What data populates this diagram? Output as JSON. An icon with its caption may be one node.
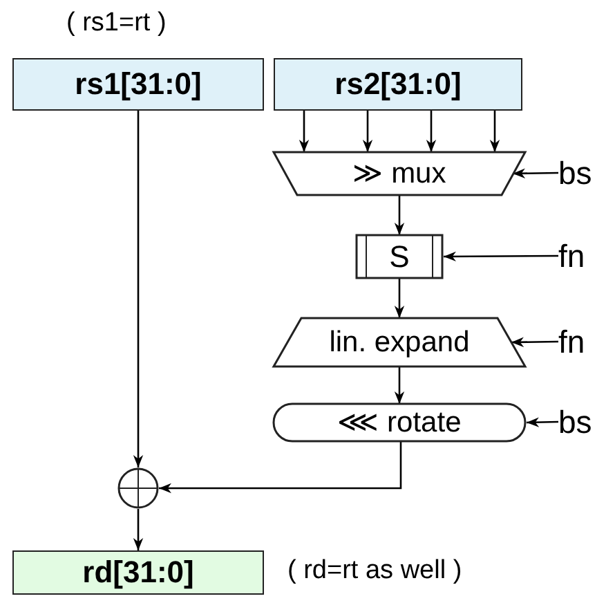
{
  "diagram": {
    "nodes": [
      {
        "text": [
          "rs1[31:0]"
        ],
        "beside": [
          "( rs1=rt )"
        ]
      },
      {
        "text": [
          "rs2[31:0]"
        ]
      },
      {
        "text": [
          "≫ mux"
        ]
      },
      {
        "text": [
          "bs"
        ]
      },
      {
        "text": [
          "S"
        ]
      },
      {
        "text": [
          "fn"
        ]
      },
      {
        "text": [
          "lin. expand"
        ]
      },
      {
        "text": [
          "fn"
        ]
      },
      {
        "text": [
          "⋘ rotate"
        ]
      },
      {
        "text": [
          "bs"
        ]
      },
      {
        "text": [],
        "shape": "circle"
      },
      {
        "text": [
          "rd[31:0]"
        ],
        "beside": [
          "( rd=rt as well )"
        ]
      }
    ],
    "edges": [
      {
        "from": 1,
        "to": 2,
        "arrow": "to"
      },
      {
        "from": 1,
        "to": 2,
        "arrow": "to"
      },
      {
        "from": 1,
        "to": 2,
        "arrow": "to"
      },
      {
        "from": 1,
        "to": 2,
        "arrow": "to"
      },
      {
        "from": 0,
        "to": 10,
        "arrow": "to"
      },
      {
        "from": 3,
        "to": 2,
        "arrow": "to"
      },
      {
        "from": 2,
        "to": 4,
        "arrow": "to"
      },
      {
        "from": 5,
        "to": 4,
        "arrow": "to"
      },
      {
        "from": 4,
        "to": 6,
        "arrow": "to"
      },
      {
        "from": 7,
        "to": 6,
        "arrow": "to"
      },
      {
        "from": 6,
        "to": 8,
        "arrow": "to"
      },
      {
        "from": 9,
        "to": 8,
        "arrow": "to"
      },
      {
        "from": 8,
        "to": 10,
        "arrow": "to"
      },
      {
        "from": 10,
        "to": 11,
        "arrow": "to"
      }
    ]
  }
}
